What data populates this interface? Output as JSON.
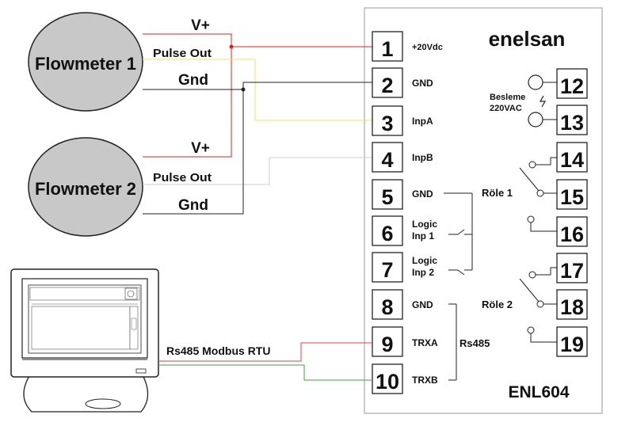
{
  "brand": "enelsan",
  "model": "ENL604",
  "flowmeters": [
    {
      "label": "Flowmeter 1",
      "vplus": "V+",
      "pulse": "Pulse Out",
      "gnd": "Gnd"
    },
    {
      "label": "Flowmeter 2",
      "vplus": "V+",
      "pulse": "Pulse Out",
      "gnd": "Gnd"
    }
  ],
  "left_terminals": [
    {
      "num": "1",
      "label": "+20Vdc"
    },
    {
      "num": "2",
      "label": "GND"
    },
    {
      "num": "3",
      "label": "InpA"
    },
    {
      "num": "4",
      "label": "InpB"
    },
    {
      "num": "5",
      "label": "GND"
    },
    {
      "num": "6",
      "label": "Logic Inp 1",
      "line1": "Logic",
      "line2": "Inp 1"
    },
    {
      "num": "7",
      "label": "Logic Inp 2",
      "line1": "Logic",
      "line2": "Inp 2"
    },
    {
      "num": "8",
      "label": "GND"
    },
    {
      "num": "9",
      "label": "TRXA"
    },
    {
      "num": "10",
      "label": "TRXB"
    }
  ],
  "right_terminals": [
    "12",
    "13",
    "14",
    "15",
    "16",
    "17",
    "18",
    "19"
  ],
  "power": {
    "line1": "Besleme",
    "line2": "220VAC"
  },
  "relay1": "Röle 1",
  "relay2": "Röle 2",
  "rs485": "Rs485",
  "modbus": "Rs485 Modbus RTU",
  "colors": {
    "vplus": "#e02020",
    "pulse1": "#f0e060",
    "gnd": "#222222",
    "pulse2": "#cccccc",
    "trxa": "#e04040",
    "trxb": "#40a040",
    "flowmeter_fill": "#c8c8c8"
  }
}
